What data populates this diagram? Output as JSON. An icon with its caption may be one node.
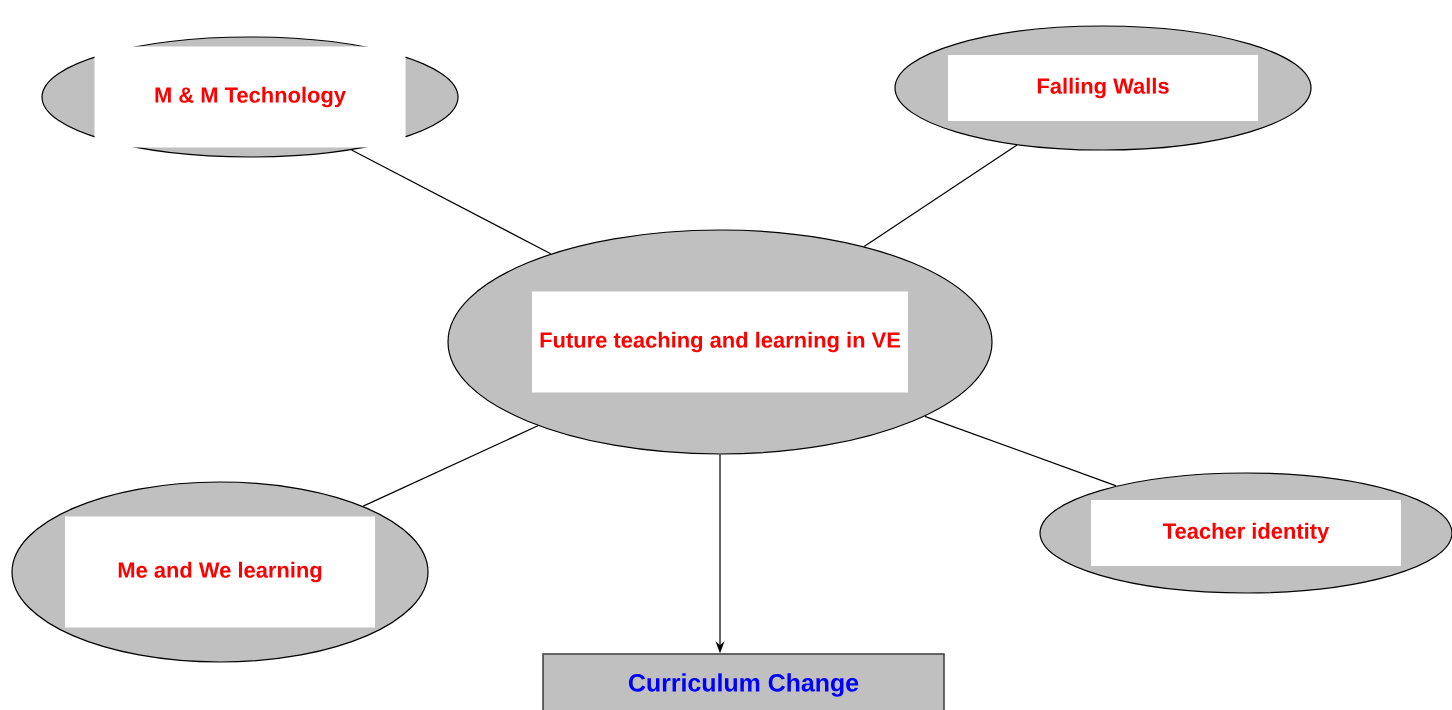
{
  "diagram": {
    "nodes": [
      {
        "text": [
          "Future teaching and learning in VE"
        ]
      },
      {
        "text": [
          "M & M Technology"
        ]
      },
      {
        "text": [
          "Falling Walls"
        ]
      },
      {
        "text": [
          "Me and We learning"
        ]
      },
      {
        "text": [
          "Teacher identity"
        ]
      },
      {
        "text": [
          "Curriculum Change"
        ]
      }
    ],
    "edges": [
      {
        "from": 0,
        "to": 1,
        "arrow": "none"
      },
      {
        "from": 0,
        "to": 2,
        "arrow": "none"
      },
      {
        "from": 0,
        "to": 3,
        "arrow": "none"
      },
      {
        "from": 0,
        "to": 4,
        "arrow": "none"
      },
      {
        "from": 0,
        "to": 5,
        "arrow": "to"
      }
    ]
  }
}
